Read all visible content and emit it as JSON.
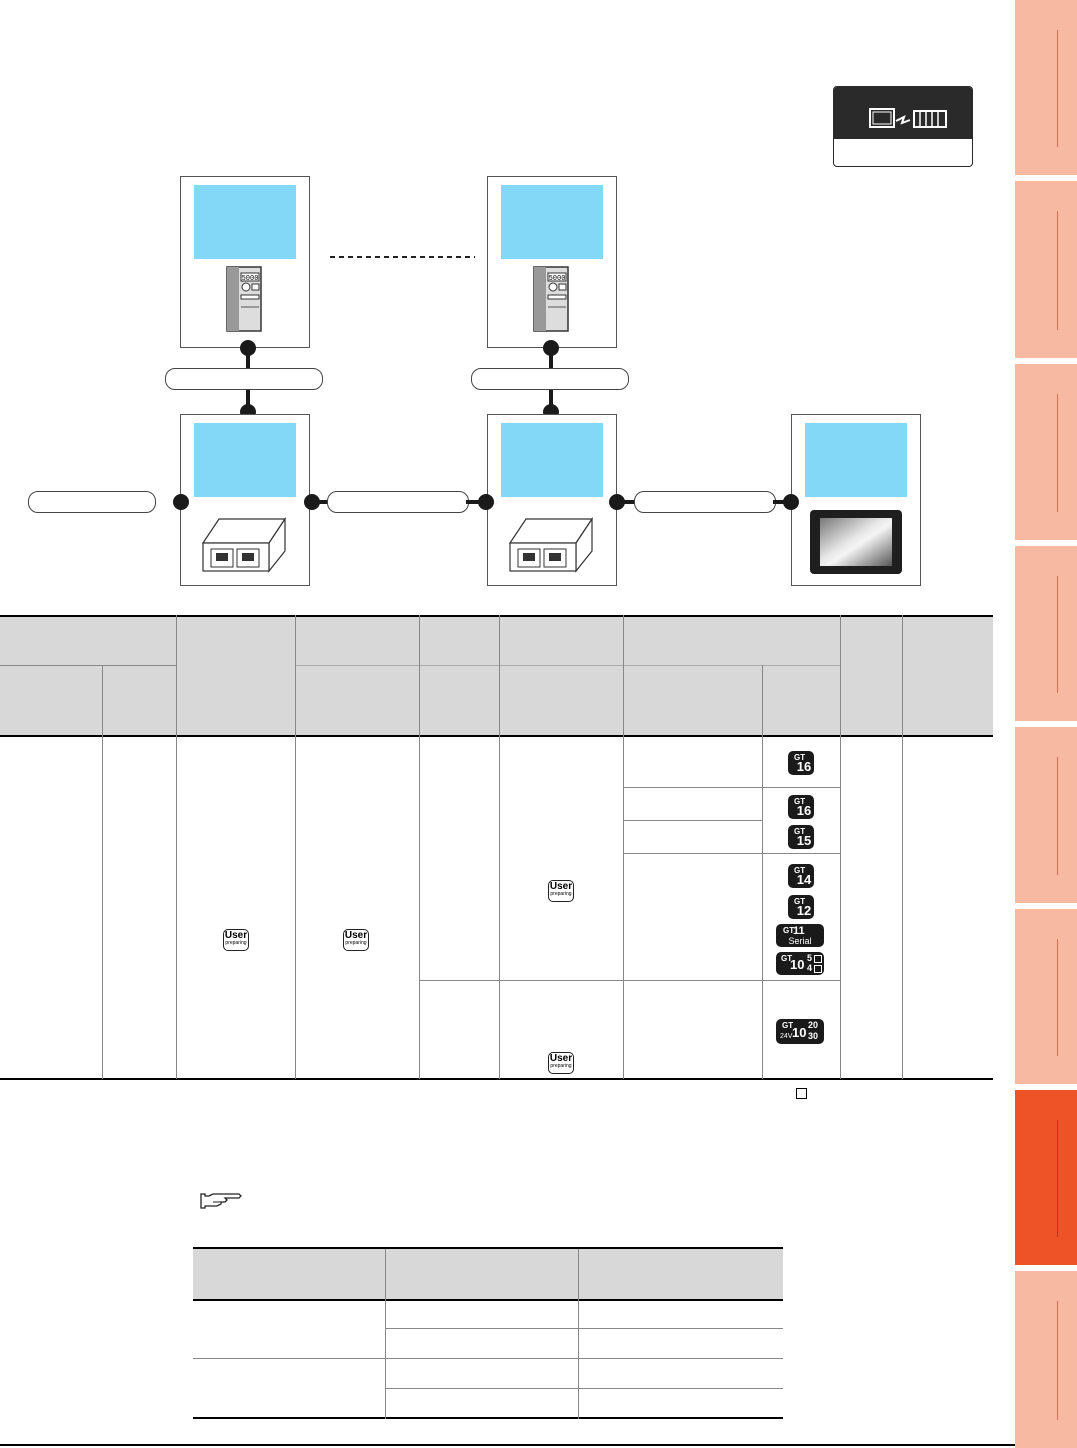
{
  "tabs": [
    {
      "name": "tab-1",
      "active": false
    },
    {
      "name": "tab-2",
      "active": false
    },
    {
      "name": "tab-3",
      "active": false
    },
    {
      "name": "tab-4",
      "active": false
    },
    {
      "name": "tab-5",
      "active": false
    },
    {
      "name": "tab-6",
      "active": false
    },
    {
      "name": "tab-7",
      "active": true
    },
    {
      "name": "tab-8",
      "active": false
    }
  ],
  "badges": {
    "gt": "GT",
    "gt16": "16",
    "gt15": "15",
    "gt14": "14",
    "gt12": "12",
    "gt11": "11",
    "gt11_serial": "Serial",
    "gt105_main": "10",
    "gt105_top": "5",
    "gt105_bottom": "4",
    "gt1020_prefix": "24V",
    "gt1020_main": "10",
    "gt1020_top": "20",
    "gt1020_bottom": "30"
  },
  "user_icon": {
    "line1": "User",
    "line2": "preparing"
  },
  "colors": {
    "accent": "#ee5227",
    "tab": "#f7b9a0",
    "screen": "#83d7f7",
    "header": "#d8d8d8"
  },
  "icons": [
    "gt-to-controller-icon",
    "inverter-icon",
    "converter-icon",
    "got-display-icon",
    "reference-hand-icon",
    "checkbox-icon"
  ]
}
